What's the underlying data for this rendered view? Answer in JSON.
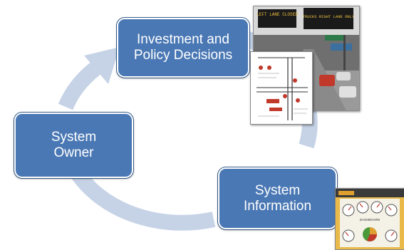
{
  "diagram": {
    "nodes": [
      {
        "id": "investment",
        "lines": [
          "Investment and",
          "Policy Decisions"
        ]
      },
      {
        "id": "owner",
        "lines": [
          "System",
          "Owner"
        ]
      },
      {
        "id": "information",
        "lines": [
          "System",
          "Information"
        ]
      }
    ],
    "cycle_color": "#c6d3e6",
    "box_color": "#4a78b4"
  },
  "images": {
    "highway_signs": [
      "LEFT LANE CLOSED",
      "TRUCKS RIGHT LANE ONLY"
    ],
    "dashboard_title": "DASHBOARD"
  }
}
